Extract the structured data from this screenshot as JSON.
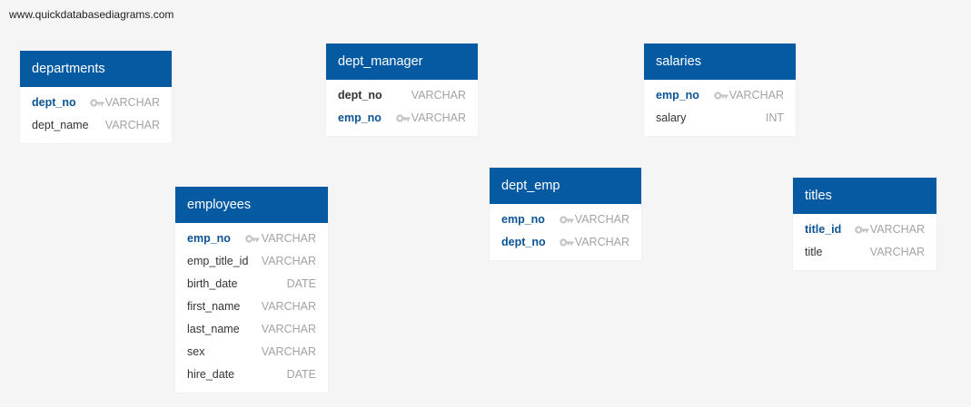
{
  "site_url": "www.quickdatabasediagrams.com",
  "colors": {
    "header_bg": "#055aa1",
    "pk_text": "#0b5394",
    "type_text": "#a3a3a3",
    "key_icon": "#c4c4c4"
  },
  "tables": [
    {
      "id": "departments",
      "name": "departments",
      "fields": [
        {
          "name": "dept_no",
          "type": "VARCHAR",
          "pk": true,
          "key": true
        },
        {
          "name": "dept_name",
          "type": "VARCHAR",
          "pk": false,
          "key": false
        }
      ]
    },
    {
      "id": "dept_manager",
      "name": "dept_manager",
      "fields": [
        {
          "name": "dept_no",
          "type": "VARCHAR",
          "pk": false,
          "key": false,
          "bold": true
        },
        {
          "name": "emp_no",
          "type": "VARCHAR",
          "pk": true,
          "key": true
        }
      ]
    },
    {
      "id": "salaries",
      "name": "salaries",
      "fields": [
        {
          "name": "emp_no",
          "type": "VARCHAR",
          "pk": true,
          "key": true
        },
        {
          "name": "salary",
          "type": "INT",
          "pk": false,
          "key": false
        }
      ]
    },
    {
      "id": "employees",
      "name": "employees",
      "fields": [
        {
          "name": "emp_no",
          "type": "VARCHAR",
          "pk": true,
          "key": true
        },
        {
          "name": "emp_title_id",
          "type": "VARCHAR",
          "pk": false,
          "key": false
        },
        {
          "name": "birth_date",
          "type": "DATE",
          "pk": false,
          "key": false
        },
        {
          "name": "first_name",
          "type": "VARCHAR",
          "pk": false,
          "key": false
        },
        {
          "name": "last_name",
          "type": "VARCHAR",
          "pk": false,
          "key": false
        },
        {
          "name": "sex",
          "type": "VARCHAR",
          "pk": false,
          "key": false
        },
        {
          "name": "hire_date",
          "type": "DATE",
          "pk": false,
          "key": false
        }
      ]
    },
    {
      "id": "dept_emp",
      "name": "dept_emp",
      "fields": [
        {
          "name": "emp_no",
          "type": "VARCHAR",
          "pk": true,
          "key": true
        },
        {
          "name": "dept_no",
          "type": "VARCHAR",
          "pk": true,
          "key": true
        }
      ]
    },
    {
      "id": "titles",
      "name": "titles",
      "fields": [
        {
          "name": "title_id",
          "type": "VARCHAR",
          "pk": true,
          "key": true
        },
        {
          "name": "title",
          "type": "VARCHAR",
          "pk": false,
          "key": false
        }
      ]
    }
  ]
}
